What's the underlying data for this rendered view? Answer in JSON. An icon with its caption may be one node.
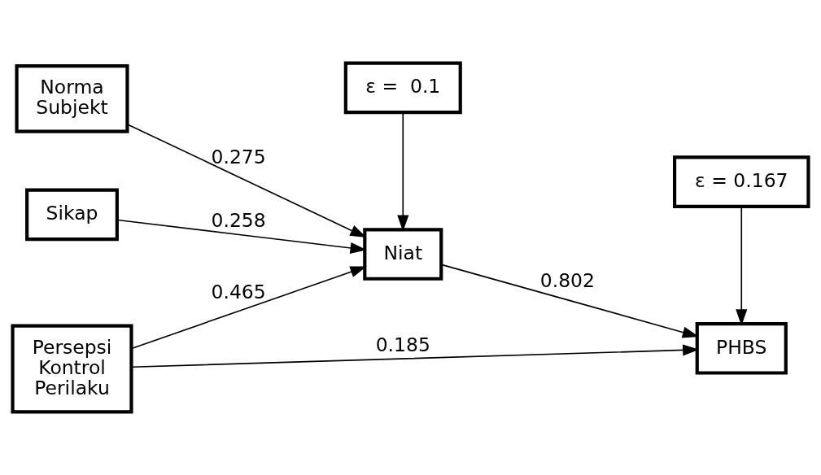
{
  "diagram": {
    "nodes": [
      {
        "text": [
          "Sikap"
        ]
      },
      {
        "text": [
          "Norma Subjekt"
        ]
      },
      {
        "text": [
          "Persepsi Kontrol Perilaku"
        ]
      },
      {
        "text": [
          "ε =  0.1"
        ]
      },
      {
        "text": [
          "Niat"
        ]
      },
      {
        "text": [
          "ε = 0.167"
        ]
      },
      {
        "text": [
          "PHBS"
        ]
      }
    ],
    "edges": [
      {
        "from": 0,
        "to": 4,
        "arrow": "to",
        "label": "0.258"
      },
      {
        "from": 1,
        "to": 4,
        "arrow": "to",
        "label": "0.275"
      },
      {
        "from": 2,
        "to": 4,
        "arrow": "to",
        "label": "0.465"
      },
      {
        "from": 2,
        "to": 6,
        "arrow": "to",
        "label": "0.185"
      },
      {
        "from": 3,
        "to": 4,
        "arrow": "to"
      },
      {
        "from": 4,
        "to": 6,
        "arrow": "to",
        "label": "0.802"
      },
      {
        "from": 5,
        "to": 6,
        "arrow": "to"
      }
    ]
  }
}
